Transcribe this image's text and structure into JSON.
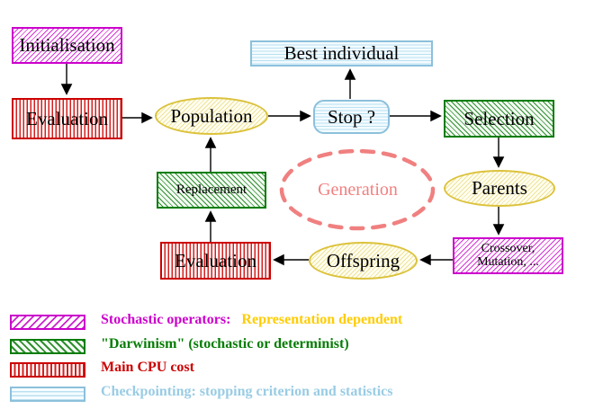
{
  "diagram": {
    "title": "evolutionary-algorithm-generation-loop",
    "nodes": {
      "initialisation": "Initialisation",
      "evaluation_top": "Evaluation",
      "population": "Population",
      "best_individual": "Best individual",
      "stop": "Stop ?",
      "selection": "Selection",
      "parents": "Parents",
      "crossover_line1": "Crossover,",
      "crossover_line2": "Mutation, ...",
      "offspring": "Offspring",
      "evaluation_bottom": "Evaluation",
      "replacement": "Replacement",
      "generation": "Generation"
    },
    "legend": {
      "stochastic_label": "Stochastic operators:",
      "stochastic_note": "Representation dependent",
      "darwinism_label": "\"Darwinism\" (stochastic or determinist)",
      "cpu_label": "Main CPU cost",
      "checkpoint_label": "Checkpointing: stopping criterion and statistics"
    },
    "colors": {
      "stochastic_magenta": "#cc00cc",
      "darwinism_green": "#067d06",
      "cpu_red": "#cc0000",
      "checkpoint_blue": "#99cce4",
      "representation_gold": "#ffcc00",
      "generation_salmon": "#f08080",
      "operand_yellow_border": "#dcc23c",
      "arrow_black": "#000000"
    }
  }
}
